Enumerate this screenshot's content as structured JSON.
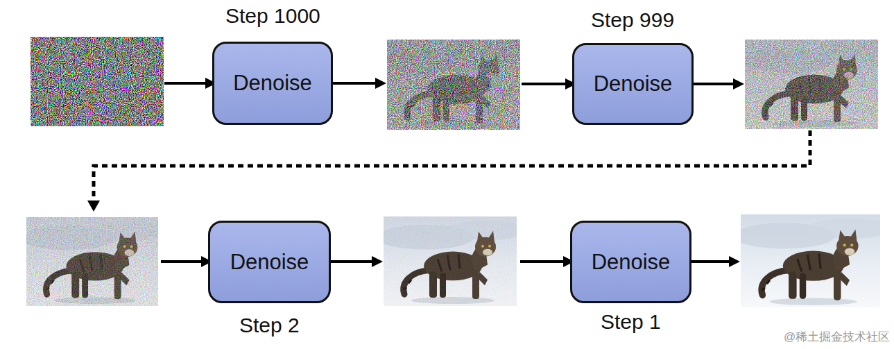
{
  "diagram": {
    "nodes": [
      {
        "text": [
          "Step 1000",
          "Denoise"
        ]
      },
      {
        "text": [
          "Step 999",
          "Denoise"
        ]
      },
      {
        "text": [
          "Denoise",
          "Step 2"
        ]
      },
      {
        "text": [
          "Denoise",
          "Step 1"
        ]
      }
    ],
    "labels": [
      "@稀土掘金技术社区"
    ]
  }
}
